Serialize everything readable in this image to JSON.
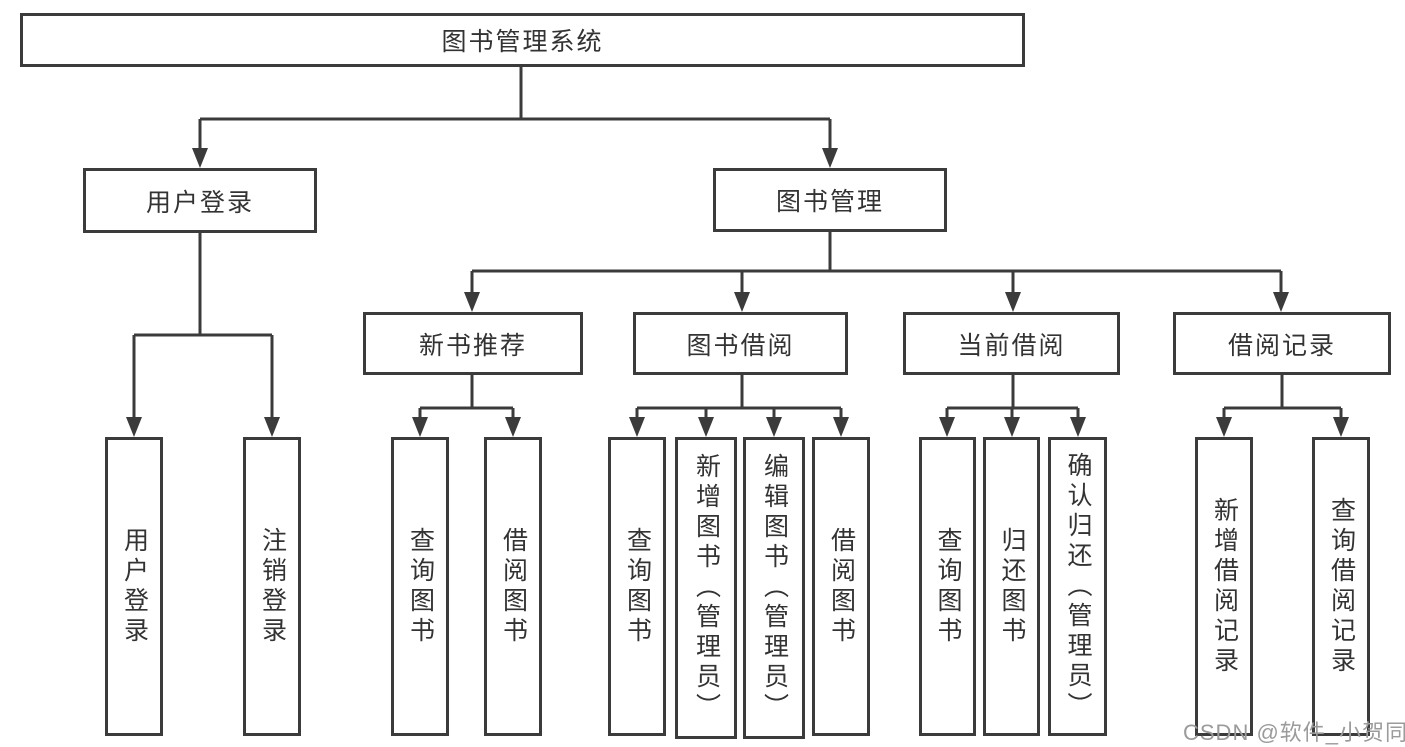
{
  "colors": {
    "line": "#3b3b3b",
    "box_border": "#3b3b3b",
    "text": "#333333",
    "watermark": "#9b9b9b",
    "background": "#ffffff"
  },
  "tree": {
    "root": {
      "label": "图书管理系统"
    },
    "branches": [
      {
        "label": "用户登录",
        "leaves": [
          {
            "label": "用户登录"
          },
          {
            "label": "注销登录"
          }
        ]
      },
      {
        "label": "图书管理",
        "groups": [
          {
            "label": "新书推荐",
            "leaves": [
              {
                "label": "查询图书"
              },
              {
                "label": "借阅图书"
              }
            ]
          },
          {
            "label": "图书借阅",
            "leaves": [
              {
                "label": "查询图书"
              },
              {
                "label": "新增图书（管理员）"
              },
              {
                "label": "编辑图书（管理员）"
              },
              {
                "label": "借阅图书"
              }
            ]
          },
          {
            "label": "当前借阅",
            "leaves": [
              {
                "label": "查询图书"
              },
              {
                "label": "归还图书"
              },
              {
                "label": "确认归还（管理员）"
              }
            ]
          },
          {
            "label": "借阅记录",
            "leaves": [
              {
                "label": "新增借阅记录"
              },
              {
                "label": "查询借阅记录"
              }
            ]
          }
        ]
      }
    ]
  },
  "watermark": {
    "text": "CSDN @软件_小贺同学"
  }
}
